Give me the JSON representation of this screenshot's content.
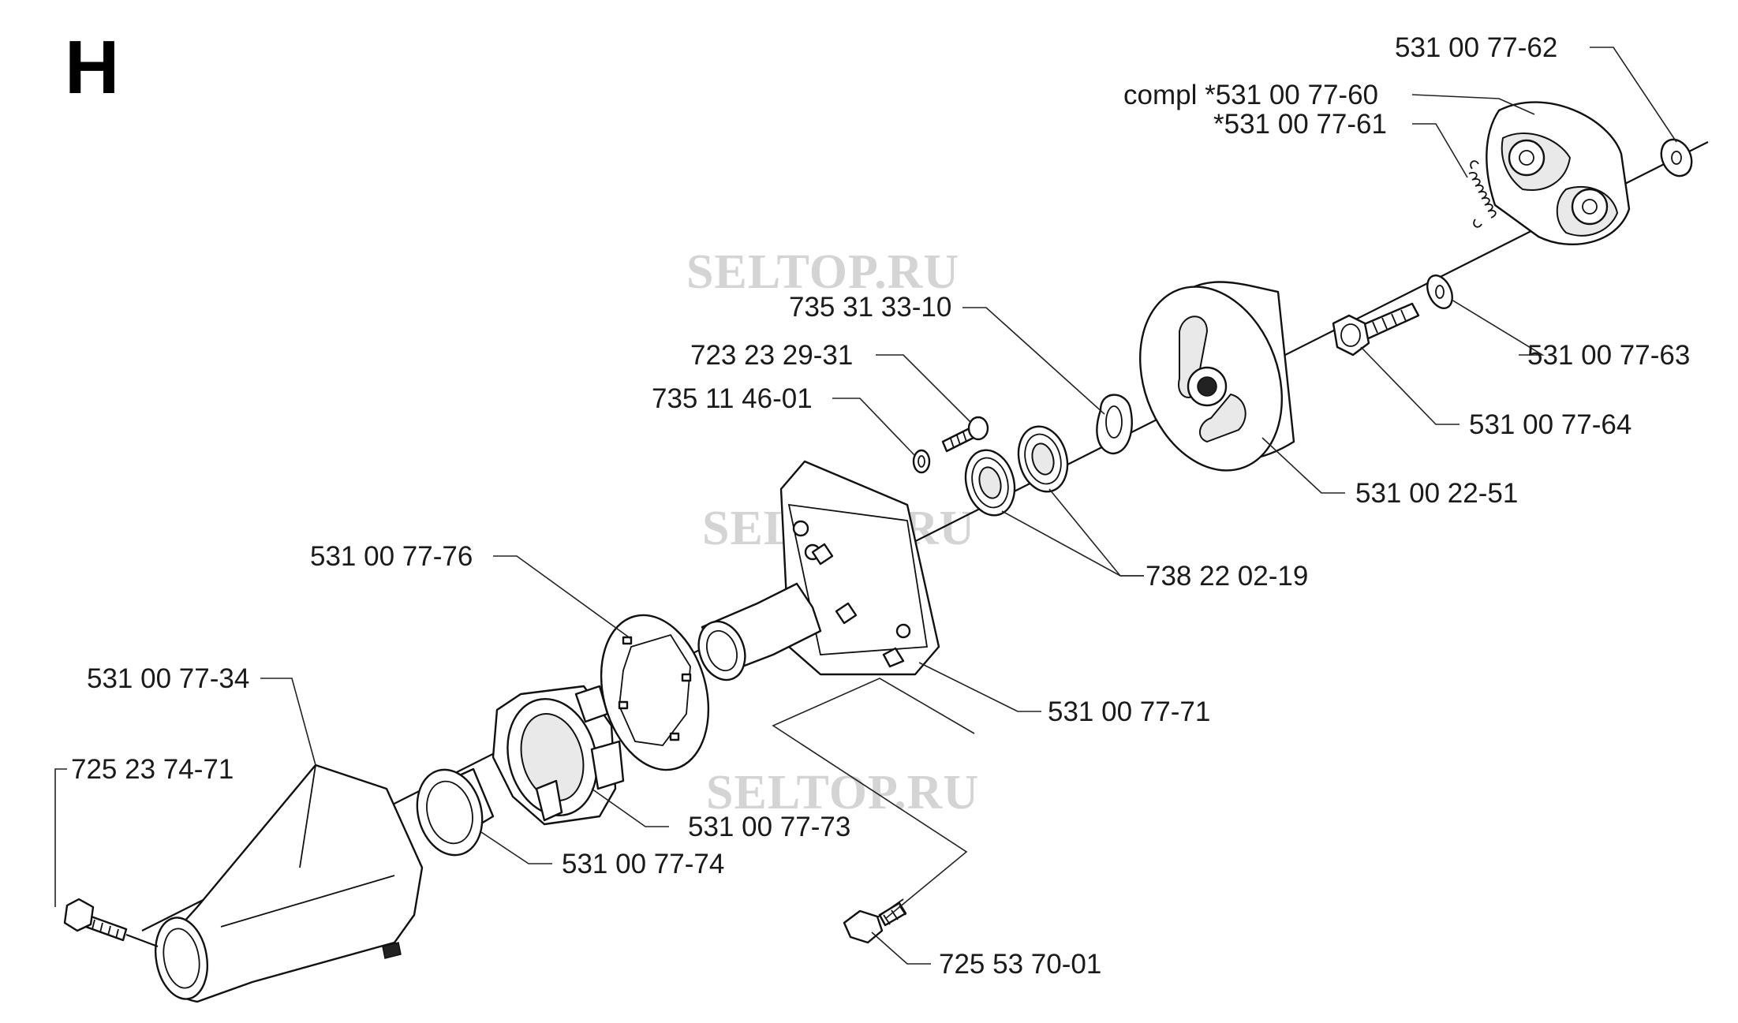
{
  "section_letter": "H",
  "watermarks": [
    "SELTOP.RU",
    "SELTOP.RU",
    "SELTOP.RU"
  ],
  "labels": {
    "p531007762": "531 00 77-62",
    "p531007760": "compl *531 00 77-60",
    "p531007761": "*531 00 77-61",
    "p735313310": "735 31 33-10",
    "p723232931": "723 23 29-31",
    "p735114601": "735 11 46-01",
    "p531007763": "531 00 77-63",
    "p531007764": "531 00 77-64",
    "p531002251": "531 00 22-51",
    "p738220219": "738 22 02-19",
    "p531007776": "531 00 77-76",
    "p531007734": "531 00 77-34",
    "p725237471": "725 23 74-71",
    "p531007771": "531 00 77-71",
    "p531007773": "531 00 77-73",
    "p531007774": "531 00 77-74",
    "p725537001": "725 53 70-01"
  }
}
